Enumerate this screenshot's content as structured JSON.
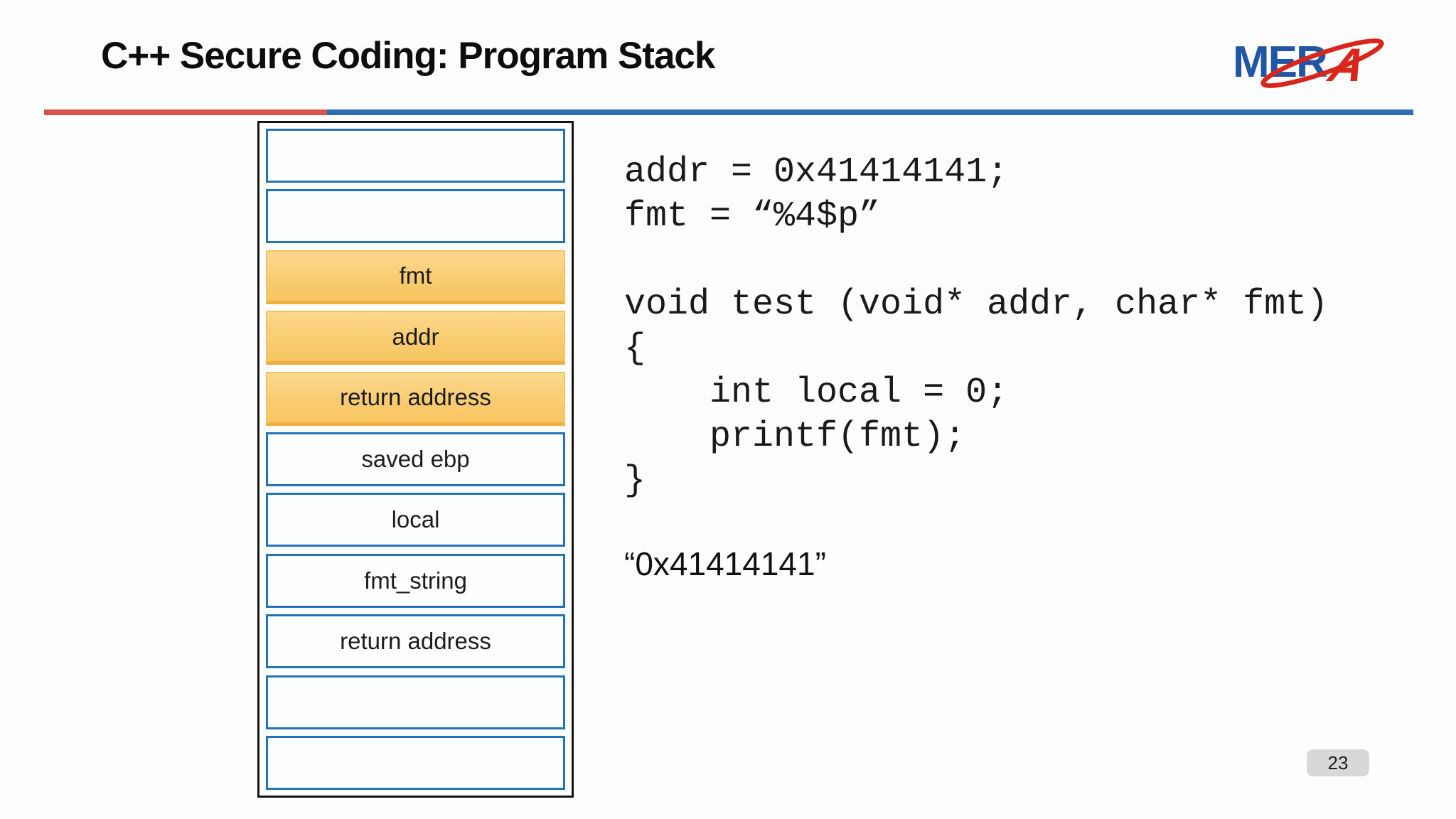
{
  "header": {
    "title": "C++ Secure Coding: Program Stack",
    "logo": {
      "text_blue": "MER",
      "text_red": "A"
    }
  },
  "colors": {
    "divider_red": "#d6544a",
    "divider_blue": "#2e6db4",
    "stack_border_blue": "#2273b8",
    "stack_highlight_orange": "#f9cc72",
    "stack_highlight_border": "#edaf3d",
    "logo_blue": "#2156a5",
    "logo_red": "#d8261c",
    "page_badge_gray": "#d8d8d8"
  },
  "stack": {
    "cells": [
      {
        "label": "",
        "variant": "plain"
      },
      {
        "label": "",
        "variant": "plain"
      },
      {
        "label": "fmt",
        "variant": "highlight"
      },
      {
        "label": "addr",
        "variant": "highlight"
      },
      {
        "label": "return address",
        "variant": "highlight"
      },
      {
        "label": "saved ebp",
        "variant": "plain"
      },
      {
        "label": "local",
        "variant": "plain"
      },
      {
        "label": "fmt_string",
        "variant": "plain"
      },
      {
        "label": "return address",
        "variant": "plain"
      },
      {
        "label": "",
        "variant": "plain"
      },
      {
        "label": "",
        "variant": "plain"
      }
    ]
  },
  "code": {
    "lines": [
      "addr = 0x41414141;",
      "fmt = “%4$p”",
      "",
      "void test (void* addr, char* fmt)",
      "{",
      "    int local = 0;",
      "    printf(fmt);",
      "}"
    ]
  },
  "result_string": "“0x41414141”",
  "footer": {
    "page_number": "23"
  }
}
